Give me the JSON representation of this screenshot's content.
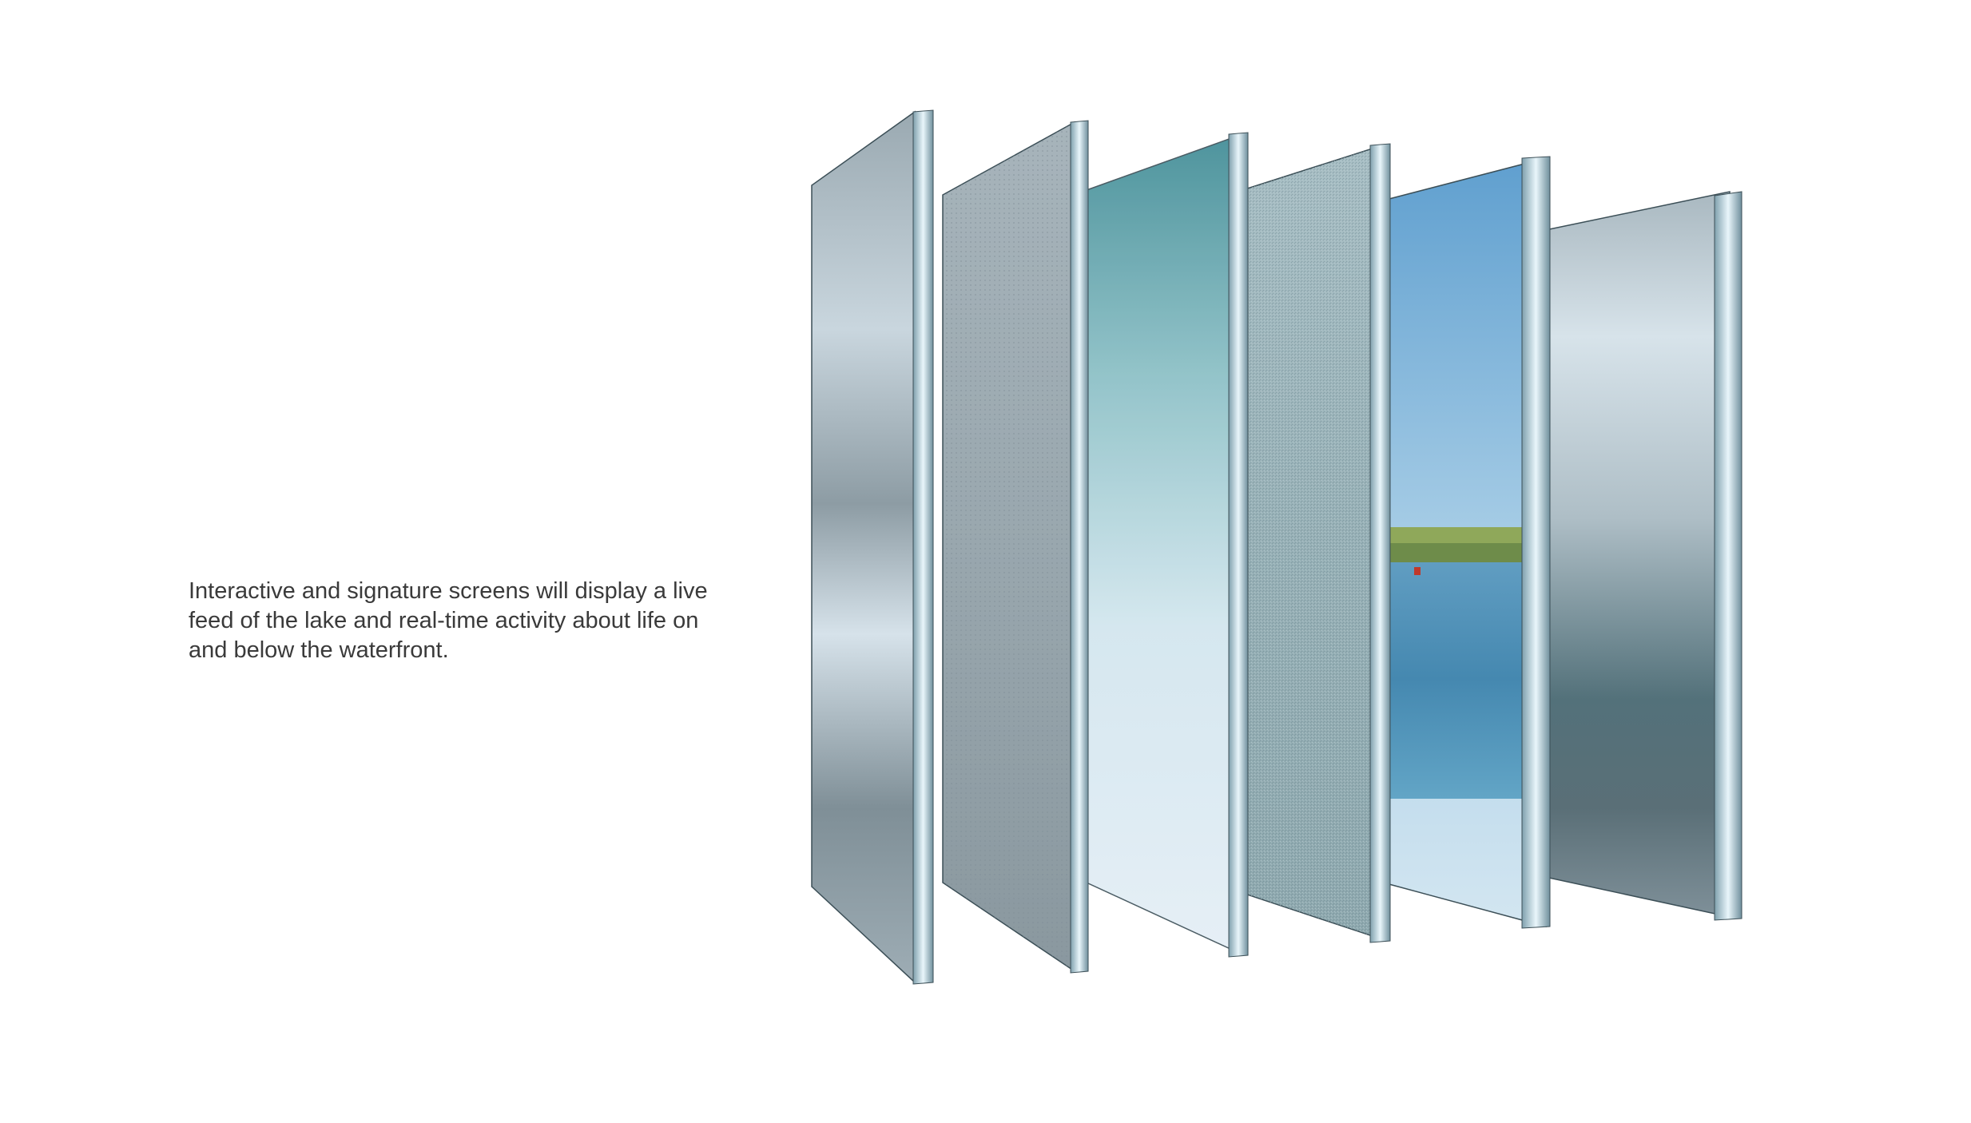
{
  "caption": {
    "lines": [
      "Interactive and signature screens will display a live",
      "feed of the lake and real-time activity about life on",
      "and below the waterfront."
    ]
  },
  "illustration": {
    "subject": "exploded layered glass panels",
    "panel_count": 6,
    "colors": {
      "glass_gray": "#8fa0a8",
      "glass_dark": "#5e6f77",
      "glass_teal": "#5f9ea6",
      "glass_light": "#dcebf4",
      "sky_blue": "#9cc6e2",
      "lake_blue": "#3d7fa8",
      "edge_highlight": "#e9f6fb"
    }
  }
}
